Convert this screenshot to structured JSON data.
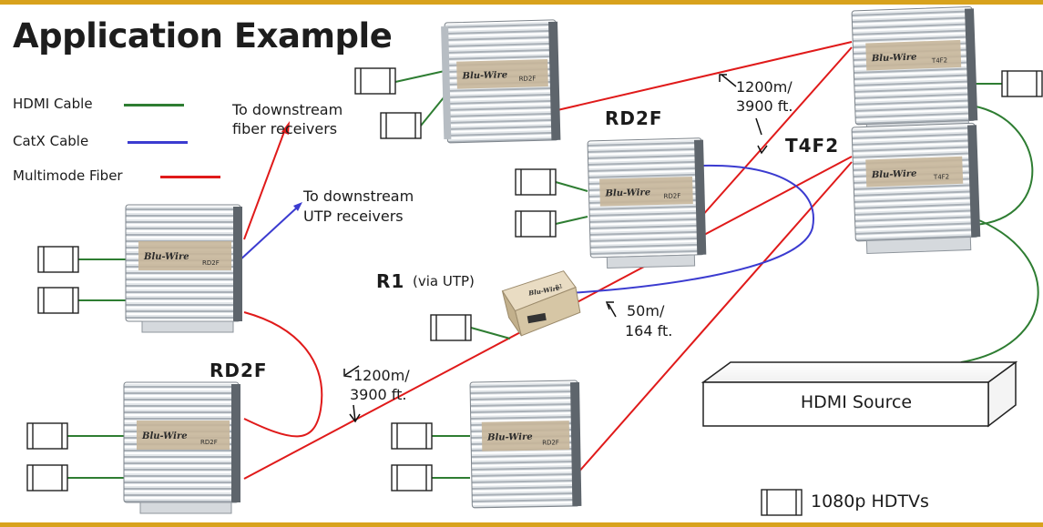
{
  "title": "Application Example",
  "legend": {
    "hdmi": "HDMI Cable",
    "catx": "CatX Cable",
    "fiber": "Multimode Fiber",
    "tv": "1080p HDTVs"
  },
  "colors": {
    "hdmi": "#2e7d32",
    "catx": "#3b3bd0",
    "fiber": "#e01a1a",
    "accent_bar": "#d8a21d"
  },
  "labels": {
    "rd2f_top": "RD2F",
    "rd2f_bottom": "RD2F",
    "t4f2": "T4F2",
    "r1": "R1",
    "r1_note": "(via UTP)",
    "fiber_downstream_1": "To downstream",
    "fiber_downstream_2": "fiber receivers",
    "utp_downstream_1": "To downstream",
    "utp_downstream_2": "UTP receivers",
    "dist_top_1": "1200m/",
    "dist_top_2": "3900 ft.",
    "dist_left_1": "1200m/",
    "dist_left_2": "3900 ft.",
    "dist_utp_1": "50m/",
    "dist_utp_2": "164 ft.",
    "source": "HDMI Source"
  },
  "device_text": {
    "brand": "Blu-Wire",
    "rd2f_model": "RD2F",
    "t4f2_model": "T4F2",
    "r1_model": "R1"
  }
}
